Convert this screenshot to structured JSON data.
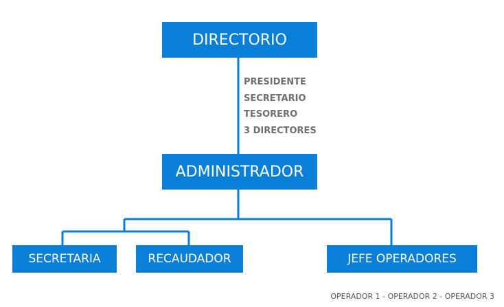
{
  "boxes": {
    "directorio": "DIRECTORIO",
    "administrador": "ADMINISTRADOR",
    "secretaria": "SECRETARIA",
    "recaudador": "RECAUDADOR",
    "jefe_operadores": "JEFE OPERADORES"
  },
  "directorio_members": [
    "PRESIDENTE",
    "SECRETARIO",
    "TESORERO",
    "3 DIRECTORES"
  ],
  "operadores_note": "OPERADOR 1 - OPERADOR 2 - OPERADOR 3",
  "colors": {
    "box_fill": "#0a7fd8",
    "box_text": "#ffffff",
    "connector": "#0a7fd8",
    "member_text": "#707070",
    "note_text": "#555555"
  }
}
